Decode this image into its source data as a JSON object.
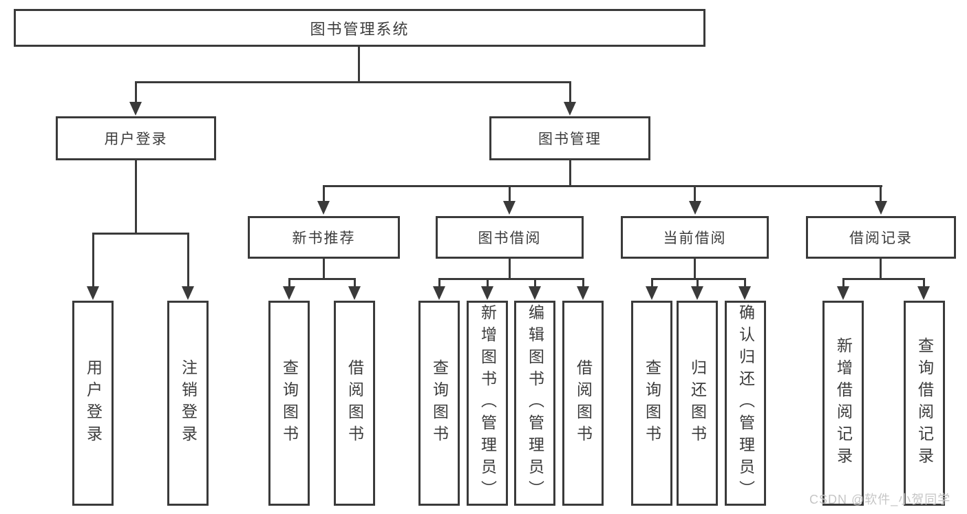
{
  "diagram_title": "图书管理系统",
  "tree": {
    "root": {
      "label": "图书管理系统",
      "children": [
        {
          "label": "用户登录",
          "children": [
            {
              "label": "用户登录"
            },
            {
              "label": "注销登录"
            }
          ]
        },
        {
          "label": "图书管理",
          "children": [
            {
              "label": "新书推荐",
              "children": [
                {
                  "label": "查询图书"
                },
                {
                  "label": "借阅图书"
                }
              ]
            },
            {
              "label": "图书借阅",
              "children": [
                {
                  "label": "查询图书"
                },
                {
                  "label": "新增图书（管理员）"
                },
                {
                  "label": "编辑图书（管理员）"
                },
                {
                  "label": "借阅图书"
                }
              ]
            },
            {
              "label": "当前借阅",
              "children": [
                {
                  "label": "查询图书"
                },
                {
                  "label": "归还图书"
                },
                {
                  "label": "确认归还（管理员）"
                }
              ]
            },
            {
              "label": "借阅记录",
              "children": [
                {
                  "label": "新增借阅记录"
                },
                {
                  "label": "查询借阅记录"
                }
              ]
            }
          ]
        }
      ]
    }
  },
  "watermark": {
    "text": "CSDN @软件_小贺同学"
  },
  "colors": {
    "line": "#3a3a3a",
    "text": "#3c3c3c",
    "background": "#ffffff",
    "watermark": "#c6c6c6"
  }
}
